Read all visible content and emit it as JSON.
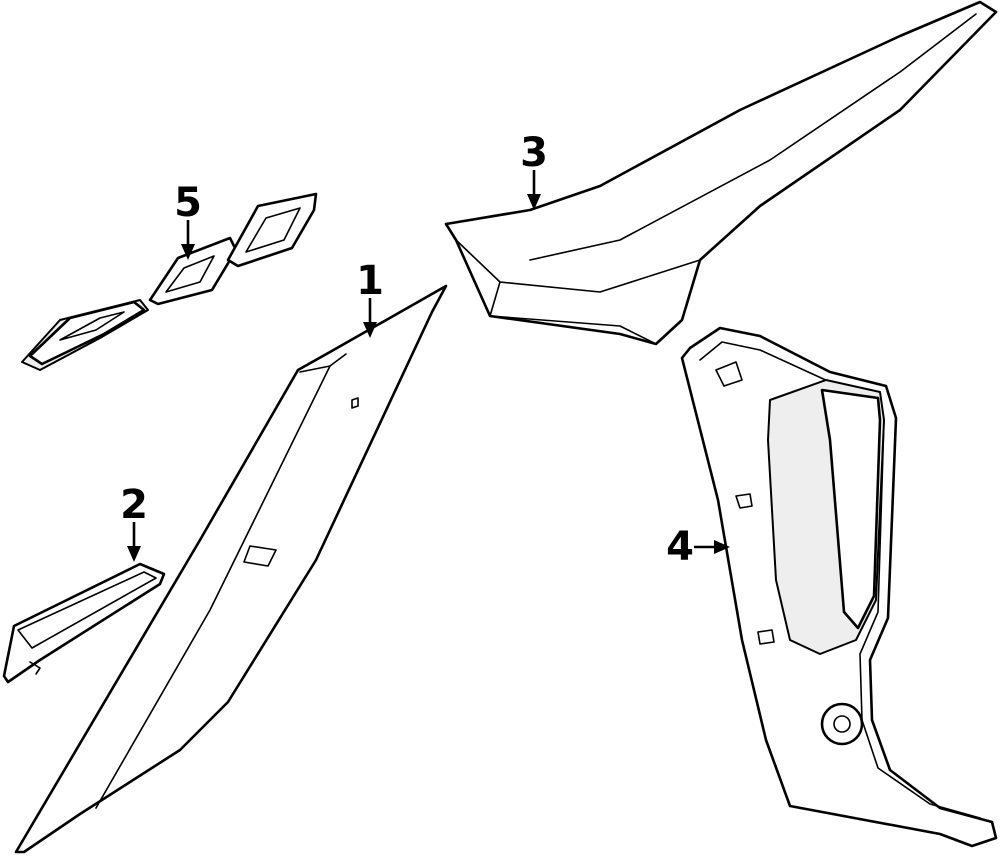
{
  "callouts": [
    {
      "id": "1",
      "label": "1",
      "part": "pillar-trim"
    },
    {
      "id": "2",
      "label": "2",
      "part": "small-trim-strip"
    },
    {
      "id": "3",
      "label": "3",
      "part": "upper-garnish-panel"
    },
    {
      "id": "4",
      "label": "4",
      "part": "quarter-trim-panel"
    },
    {
      "id": "5",
      "label": "5",
      "part": "z06-emblem"
    }
  ],
  "colors": {
    "line": "#000000",
    "fill": "#ffffff",
    "shade": "#eeeeee"
  }
}
